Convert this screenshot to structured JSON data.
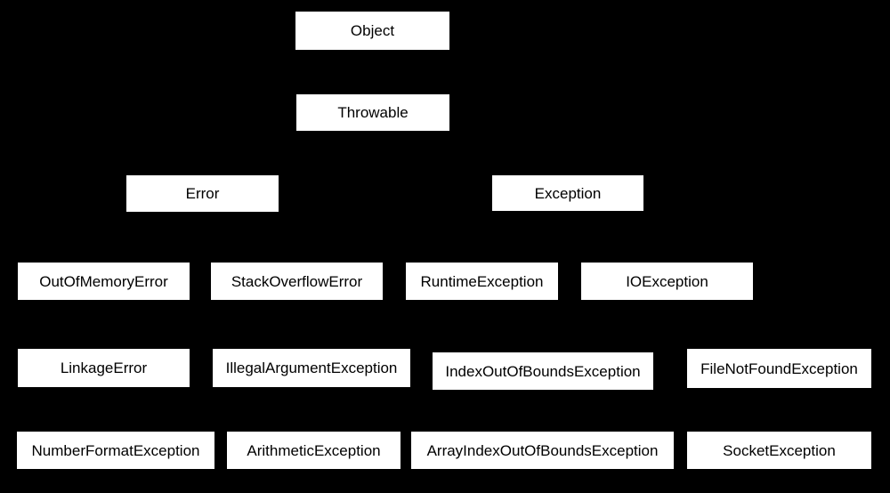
{
  "diagram": {
    "type": "hierarchy",
    "background_color": "#000000",
    "node_fill_color": "#ffffff",
    "node_text_color": "#000000",
    "nodes": [
      {
        "label": "Object"
      },
      {
        "label": "Throwable"
      },
      {
        "label": "Error"
      },
      {
        "label": "Exception"
      },
      {
        "label": "OutOfMemoryError"
      },
      {
        "label": "StackOverflowError"
      },
      {
        "label": "RuntimeException"
      },
      {
        "label": "IOException"
      },
      {
        "label": "LinkageError"
      },
      {
        "label": "IllegalArgumentException"
      },
      {
        "label": "IndexOutOfBoundsException"
      },
      {
        "label": "FileNotFoundException"
      },
      {
        "label": "NumberFormatException"
      },
      {
        "label": "ArithmeticException"
      },
      {
        "label": "ArrayIndexOutOfBoundsException"
      },
      {
        "label": "SocketException"
      }
    ]
  }
}
